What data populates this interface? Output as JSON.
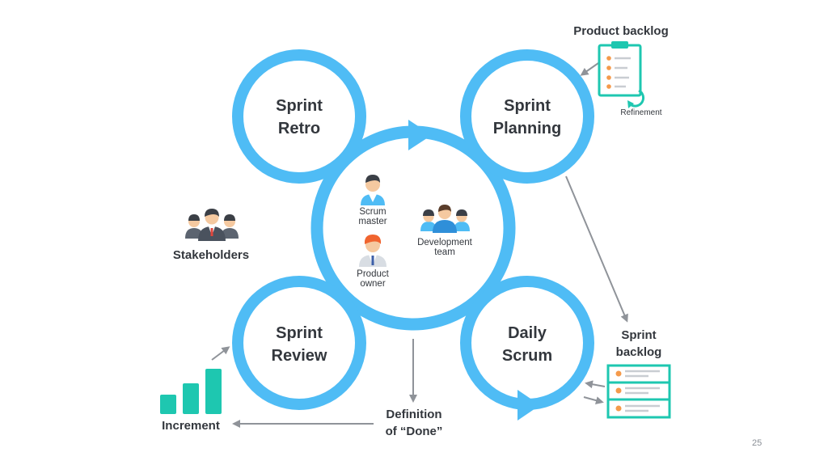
{
  "stages": {
    "retro": [
      "Sprint",
      "Retro"
    ],
    "planning": [
      "Sprint",
      "Planning"
    ],
    "review": [
      "Sprint",
      "Review"
    ],
    "daily": [
      "Daily",
      "Scrum"
    ]
  },
  "roles": {
    "scrum_master": [
      "Scrum",
      "master"
    ],
    "product_owner": [
      "Product",
      "owner"
    ],
    "dev_team": [
      "Development",
      "team"
    ]
  },
  "artifacts": {
    "product_backlog": "Product backlog",
    "refinement": "Refinement",
    "sprint_backlog": [
      "Sprint",
      "backlog"
    ],
    "increment": "Increment",
    "definition_of_done": [
      "Definition",
      "of “Done”"
    ]
  },
  "stakeholders": "Stakeholders",
  "page_number": "25",
  "colors": {
    "ring": "#4fbcf5",
    "teal": "#1ec7b0",
    "arrow": "#8f9399",
    "text": "#33373d",
    "orange": "#f59a4b"
  }
}
